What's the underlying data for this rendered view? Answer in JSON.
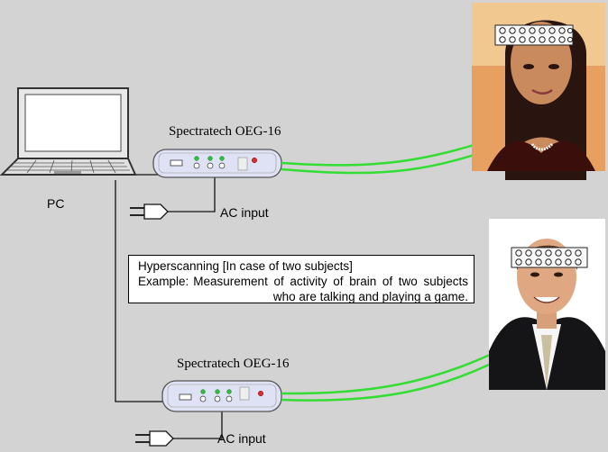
{
  "pc": {
    "label": "PC"
  },
  "device_top": {
    "label": "Spectratech OEG-16"
  },
  "device_bottom": {
    "label": "Spectratech OEG-16"
  },
  "ac_top": {
    "label": "AC input"
  },
  "ac_bottom": {
    "label": "AC input"
  },
  "note": {
    "title": "Hyperscanning [In case of two subjects]",
    "example_lead": "Example:",
    "example_text": "Measurement of activity of brain of two subjects who are talking and playing a game."
  },
  "colors": {
    "background": "#d3d3d3",
    "cable": "#33dd33",
    "device_body": "#dfe2f5",
    "indicator_green": "#2fbf3a",
    "indicator_red": "#d83030"
  }
}
